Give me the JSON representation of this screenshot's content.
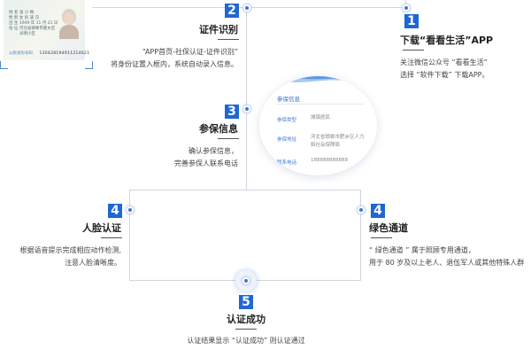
{
  "steps": {
    "step1": {
      "number": "1",
      "title": "下载“看看生活”APP",
      "desc_line1": "关注微信公众号 “看看生活”",
      "desc_line2": "选择 “软件下载” 下载APP。"
    },
    "step2": {
      "number": "2",
      "title": "证件识别",
      "desc_line1": "“APP首页-社保认证-证件识别”",
      "desc_line2": "将身份证置入框内，系统自动录入信息。"
    },
    "step3": {
      "number": "3",
      "title": "参保信息",
      "desc_line1": "确认参保信息，",
      "desc_line2": "完善参保人联系电话"
    },
    "step4a": {
      "number": "4",
      "title": "人脸认证",
      "desc_line1": "根据语音提示完成相应动作检测,",
      "desc_line2": "注意人脸清晰度。"
    },
    "step4b": {
      "number": "4",
      "title": "绿色通道",
      "desc_line1": "“ 绿色通道 ” 属于照顾专用通道，",
      "desc_line2": "用于 80 岁及以上老人、退伍军人或其他特殊人群"
    },
    "step5": {
      "number": "5",
      "title": "认证成功",
      "desc_line1": "认证结果显示 “认证成功” 则认证通过"
    }
  },
  "id_card": {
    "row1_label": "姓 名",
    "row1_value": "张 小 梅",
    "row2_label": "性 别",
    "row2_value": "女   民 族  汉",
    "row3_label": "出 生",
    "row3_value": "1949 年 11 月 21 日",
    "row4_label": "住 址",
    "row4_value": "河北省邯郸市肥乡区",
    "row5_value": "光明小区",
    "id_label": "公民身份号码",
    "id_number": "130428194911214621"
  },
  "info_card": {
    "heading": "参保信息",
    "type_label": "参保类型",
    "type_value": "城镇居民",
    "place_label": "参保地址",
    "place_line1": "河北省邯郸市肥乡区人力",
    "place_line2": "和社会保障局",
    "phone_label": "联系电话",
    "phone_value": "188888888888"
  },
  "colors": {
    "accent": "#1f67d2",
    "line": "#cfd6df"
  }
}
